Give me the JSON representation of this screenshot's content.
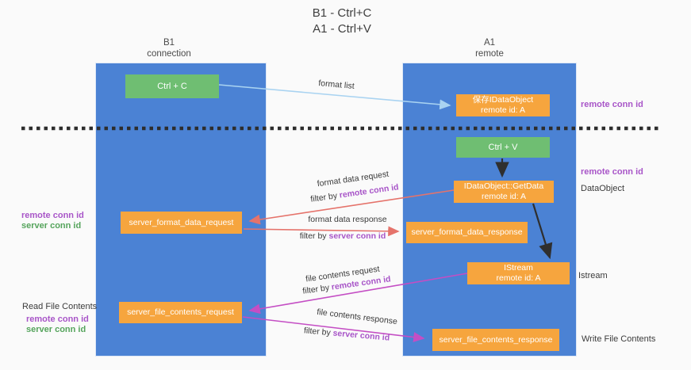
{
  "title": {
    "line1": "B1 - Ctrl+C",
    "line2": "A1 - Ctrl+V"
  },
  "lanes": {
    "left": {
      "header_line1": "B1",
      "header_line2": "connection"
    },
    "right": {
      "header_line1": "A1",
      "header_line2": "remote"
    }
  },
  "nodes": {
    "ctrl_c": {
      "label": "Ctrl + C"
    },
    "save_dataobject": {
      "line1": "保存IDataObject",
      "line2": "remote id: A"
    },
    "ctrl_v": {
      "label": "Ctrl + V"
    },
    "getdata": {
      "line1": "IDataObject::GetData",
      "line2": "remote id: A"
    },
    "server_format_data_request": {
      "label": "server_format_data_request"
    },
    "server_format_data_response": {
      "label": "server_format_data_response"
    },
    "istream": {
      "line1": "IStream",
      "line2": "remote id: A"
    },
    "server_file_contents_request": {
      "label": "server_file_contents_request"
    },
    "server_file_contents_response": {
      "label": "server_file_contents_response"
    }
  },
  "messages": {
    "format_list": {
      "label": "format list"
    },
    "format_data_request": {
      "label": "format data request",
      "filter_prefix": "filter by ",
      "filter_keyword": "remote conn id"
    },
    "format_data_response": {
      "label": "format data response",
      "filter_prefix": "filter by ",
      "filter_keyword": "server conn id"
    },
    "file_contents_request": {
      "label": "file contents request",
      "filter_prefix": "filter by ",
      "filter_keyword": "remote conn id"
    },
    "file_contents_response": {
      "label": "file contents response",
      "filter_prefix": "filter by ",
      "filter_keyword": "server conn id"
    }
  },
  "annotations": {
    "right_remote_conn_id_top": "remote conn id",
    "right_remote_conn_id_mid": "remote conn id",
    "right_dataobject": "DataObject",
    "right_istream": "Istream",
    "right_write_file_contents": "Write File Contents",
    "left_remote_conn_id_mid": "remote conn id",
    "left_server_conn_id_mid": "server conn id",
    "left_read_file_contents": "Read File Contents",
    "left_remote_conn_id_bottom": "remote conn id",
    "left_server_conn_id_bottom": "server conn id"
  },
  "colors": {
    "lane_blue": "#4b82d4",
    "node_orange": "#f6a53e",
    "node_green": "#6fbe72",
    "arrow_light_blue": "#a9d3f1",
    "arrow_red": "#e5736b",
    "arrow_magenta": "#c44ec4",
    "arrow_black": "#2f2f2f",
    "label_purple": "#a855c8",
    "label_green": "#55a45c"
  }
}
